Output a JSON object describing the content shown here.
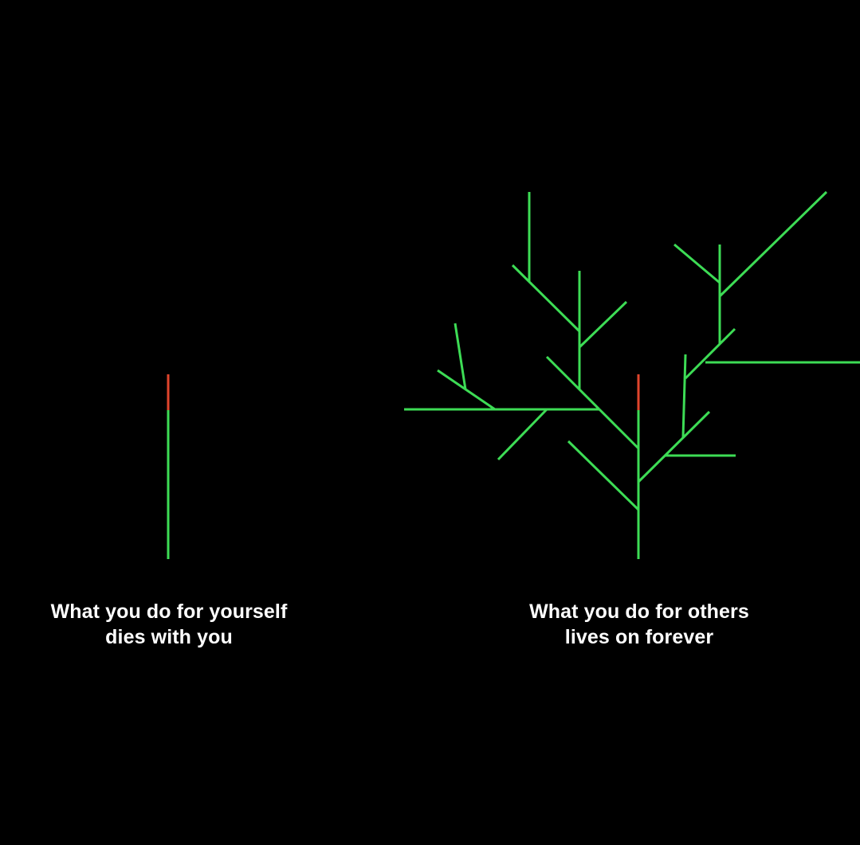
{
  "colors": {
    "background": "#000000",
    "branch": "#3ddc55",
    "origin_tip": "#e0452c",
    "text": "#ffffff"
  },
  "left_panel": {
    "line1": "What you do for yourself",
    "line2": "dies with you"
  },
  "right_panel": {
    "line1": "What you do for others",
    "line2": "lives on forever"
  }
}
